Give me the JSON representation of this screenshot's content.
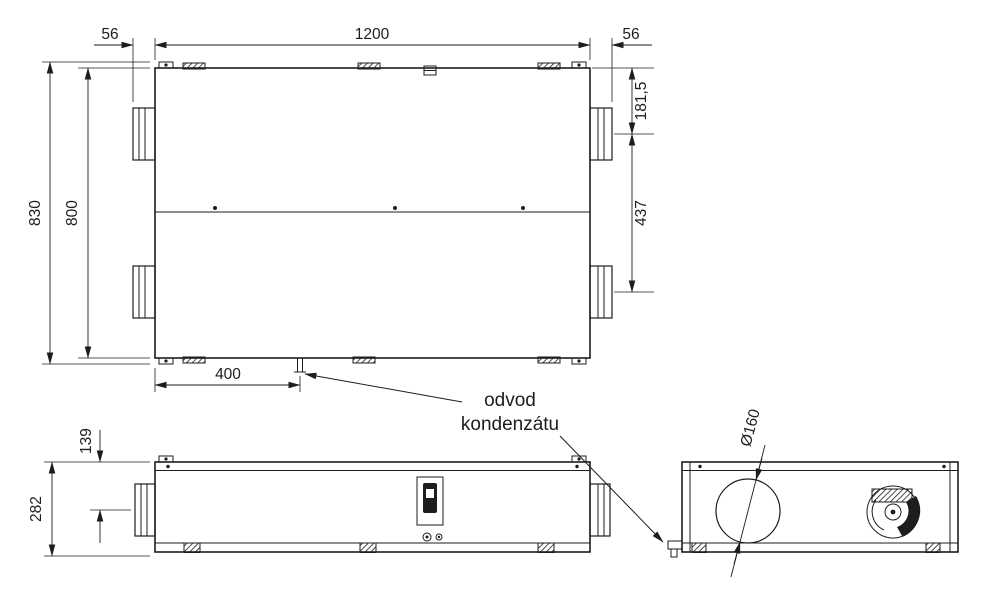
{
  "drawing": {
    "background": "#ffffff",
    "line_color": "#1d1d1d",
    "dimensions": {
      "flange_left": "56",
      "body_width": "1200",
      "flange_right": "56",
      "overall_height": "830",
      "body_height": "800",
      "duct_top_offset": "181,5",
      "duct_axis_spacing": "437",
      "drain_offset": "400",
      "front_duct_axis_offset": "139",
      "front_height": "282",
      "duct_diameter": "Ø160"
    },
    "annotation": {
      "line1": "odvod",
      "line2": "kondenzátu"
    }
  }
}
